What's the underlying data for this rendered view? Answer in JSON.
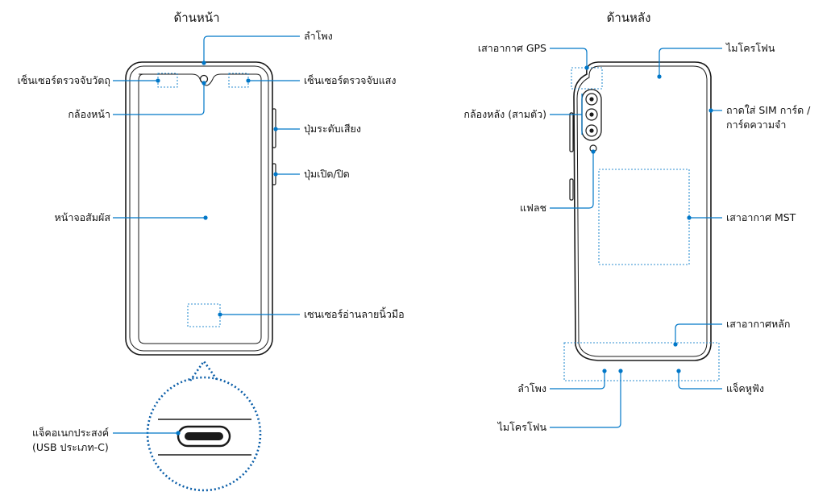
{
  "front": {
    "title": "ด้านหน้า",
    "labels": {
      "speaker": "ลำโพง",
      "proximity_sensor": "เซ็นเซอร์ตรวจจับวัตถุ",
      "light_sensor": "เซ็นเซอร์ตรวจจับแสง",
      "front_camera": "กล้องหน้า",
      "volume_key": "ปุ่มระดับเสียง",
      "power_key": "ปุ่มเปิด/ปิด",
      "touchscreen": "หน้าจอสัมผัส",
      "fingerprint_sensor": "เซนเซอร์อ่านลายนิ้วมือ",
      "usb_jack_line1": "แจ็คอเนกประสงค์",
      "usb_jack_line2": "(USB ประเภท-C)"
    }
  },
  "back": {
    "title": "ด้านหลัง",
    "labels": {
      "gps_antenna": "เสาอากาศ GPS",
      "microphone_top": "ไมโครโฟน",
      "rear_camera": "กล้องหลัง (สามตัว)",
      "sim_tray_line1": "ถาดใส่ SIM การ์ด /",
      "sim_tray_line2": "การ์ดความจำ",
      "flash": "แฟลช",
      "mst_antenna": "เสาอากาศ MST",
      "main_antenna": "เสาอากาศหลัก",
      "speaker_bottom": "ลำโพง",
      "earphone_jack": "แจ็คหูฟัง",
      "microphone_bottom": "ไมโครโฟน"
    }
  },
  "colors": {
    "callout": "#0077c8",
    "outline": "#1a1a1a",
    "dashed": "#2f8fd0",
    "text": "#111111"
  }
}
